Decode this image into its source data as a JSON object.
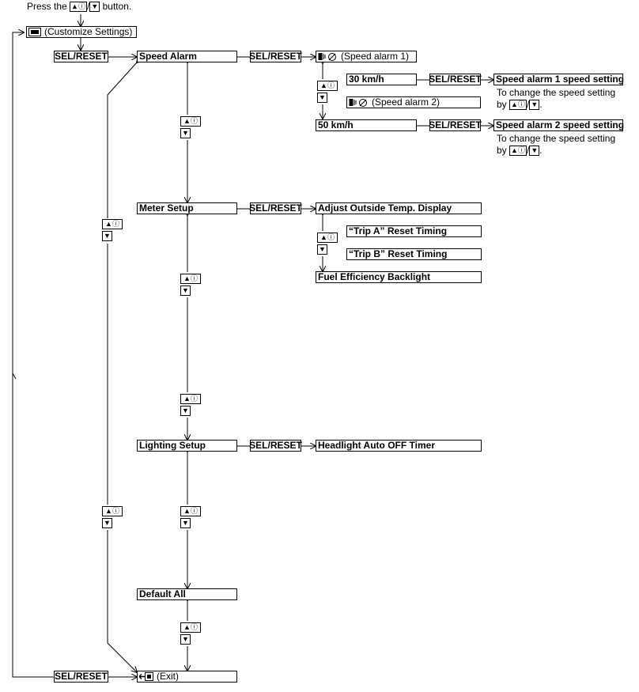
{
  "header": {
    "press_prefix": "Press the",
    "press_suffix": "button."
  },
  "glyphs": {
    "up": "▲",
    "info": "ⓘ",
    "down": "▼",
    "slash": "/"
  },
  "menu": {
    "customize_settings": "(Customize Settings)",
    "sel_reset": "SEL/RESET",
    "speed_alarm": "Speed Alarm",
    "meter_setup": "Meter Setup",
    "lighting_setup": "Lighting Setup",
    "default_all": "Default All",
    "exit": "(Exit)"
  },
  "speed_alarm": {
    "alarm1": "(Speed alarm 1)",
    "alarm2": "(Speed alarm 2)",
    "value1": "30 km/h",
    "value2": "50 km/h",
    "setting1": "Speed alarm 1 speed setting",
    "setting2": "Speed alarm 2 speed setting",
    "change_line1": "To change the speed setting",
    "change_by": "by"
  },
  "meter_setup": {
    "items": [
      "Adjust Outside Temp. Display",
      "“Trip A” Reset Timing",
      "“Trip B” Reset Timing",
      "Fuel Efficiency Backlight"
    ]
  },
  "lighting_setup": {
    "item": "Headlight Auto OFF Timer"
  },
  "icons": {
    "settings": "settings-menu-icon",
    "exit": "exit-menu-icon",
    "alarm": "speed-alarm-icon"
  }
}
